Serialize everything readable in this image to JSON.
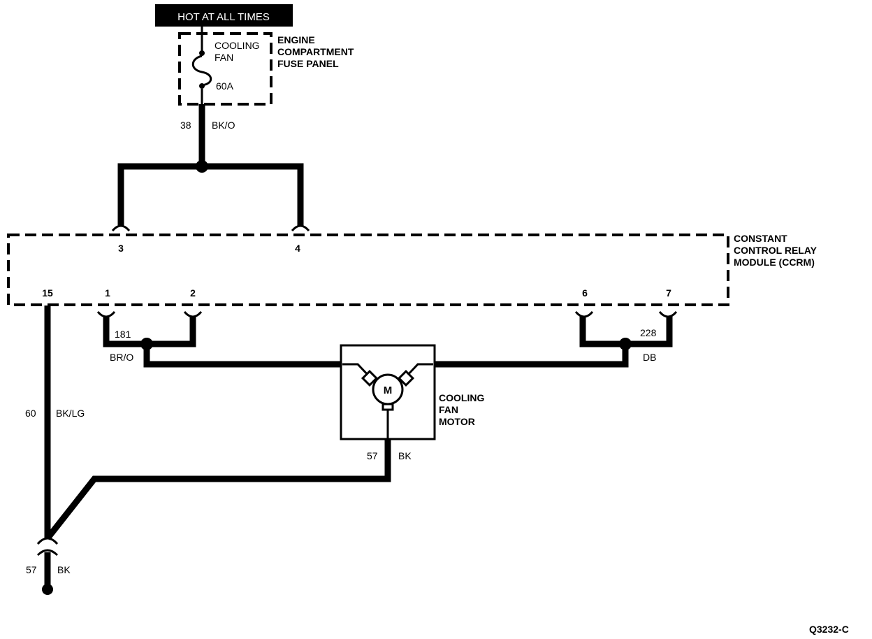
{
  "banner": {
    "text": "HOT AT ALL TIMES"
  },
  "fuse": {
    "name_line1": "COOLING",
    "name_line2": "FAN",
    "rating": "60A"
  },
  "fuse_panel": {
    "line1": "ENGINE",
    "line2": "COMPARTMENT",
    "line3": "FUSE PANEL"
  },
  "feed_wire": {
    "circuit": "38",
    "color": "BK/O"
  },
  "module": {
    "line1": "CONSTANT",
    "line2": "CONTROL RELAY",
    "line3": "MODULE (CCRM)",
    "pins": {
      "p3": "3",
      "p4": "4",
      "p15": "15",
      "p1": "1",
      "p2": "2",
      "p6": "6",
      "p7": "7"
    }
  },
  "wire_left": {
    "circuit": "181",
    "color": "BR/O"
  },
  "wire_right": {
    "circuit": "228",
    "color": "DB"
  },
  "wire_ground_module": {
    "circuit": "60",
    "color": "BK/LG"
  },
  "motor": {
    "symbol": "M",
    "line1": "COOLING",
    "line2": "FAN",
    "line3": "MOTOR"
  },
  "wire_motor_ground": {
    "circuit": "57",
    "color": "BK"
  },
  "wire_ground_out": {
    "circuit": "57",
    "color": "BK"
  },
  "figure_id": "Q3232-C"
}
